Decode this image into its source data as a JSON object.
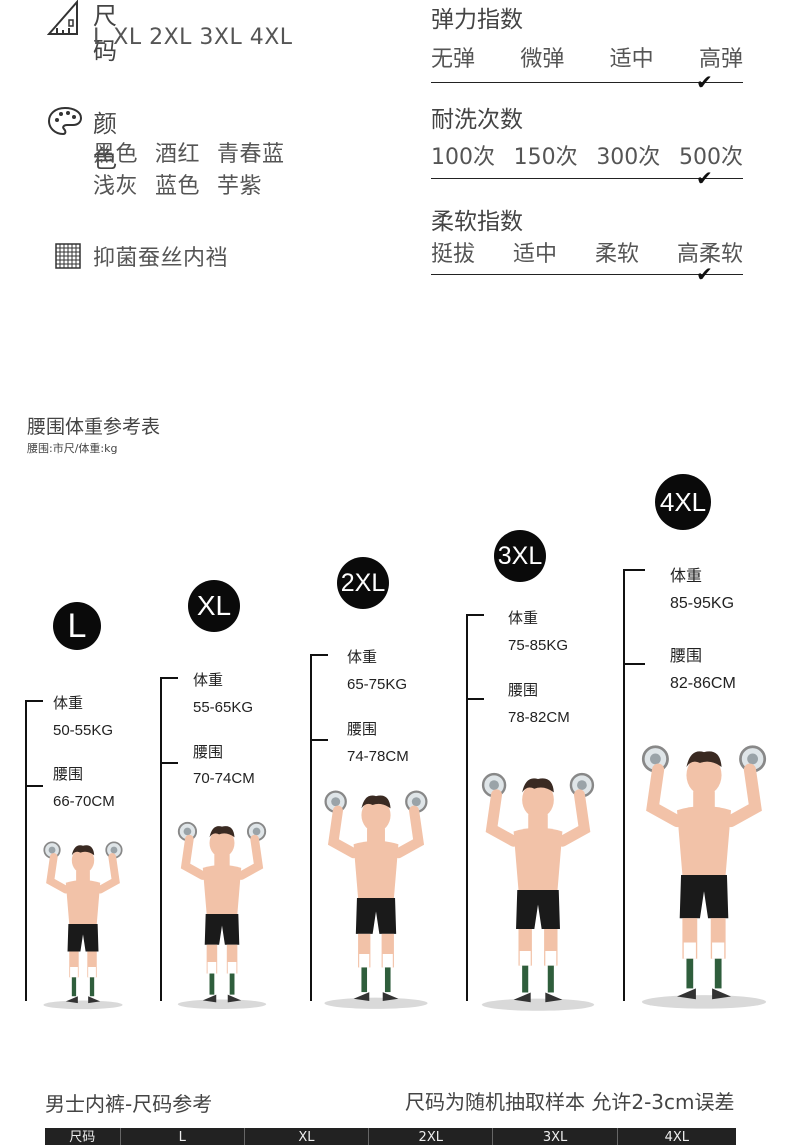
{
  "specs": {
    "size_title": "尺码",
    "size_values": "L XL 2XL 3XL 4XL",
    "color_title": "颜色",
    "color_row1": [
      "黑色",
      "酒红",
      "青春蓝"
    ],
    "color_row2": [
      "浅灰",
      "蓝色",
      "芋紫"
    ],
    "crotch": "抑菌蚕丝内裆"
  },
  "ratings": [
    {
      "title": "弹力指数",
      "options": [
        "无弹",
        "微弹",
        "适中",
        "高弹"
      ],
      "selected": 3
    },
    {
      "title": "耐洗次数",
      "options": [
        "100次",
        "150次",
        "300次",
        "500次"
      ],
      "selected": 3
    },
    {
      "title": "柔软指数",
      "options": [
        "挺拔",
        "适中",
        "柔软",
        "高柔软"
      ],
      "selected": 3
    }
  ],
  "check_mark": "✔",
  "size_chart": {
    "title": "腰围体重参考表",
    "subtitle": "腰围:市尺/体重:kg",
    "weight_label": "体重",
    "waist_label": "腰围",
    "sizes": [
      {
        "size": "L",
        "weight": "50-55KG",
        "waist": "66-70CM"
      },
      {
        "size": "XL",
        "weight": "55-65KG",
        "waist": "70-74CM"
      },
      {
        "size": "2XL",
        "weight": "65-75KG",
        "waist": "74-78CM"
      },
      {
        "size": "3XL",
        "weight": "75-85KG",
        "waist": "78-82CM"
      },
      {
        "size": "4XL",
        "weight": "85-95KG",
        "waist": "82-86CM"
      }
    ]
  },
  "footer": {
    "left": "男士内裤-尺码参考",
    "right": "尺码为随机抽取样本 允许2-3cm误差",
    "table_headers": [
      "尺码",
      "L",
      "XL",
      "2XL",
      "3XL",
      "4XL"
    ]
  }
}
